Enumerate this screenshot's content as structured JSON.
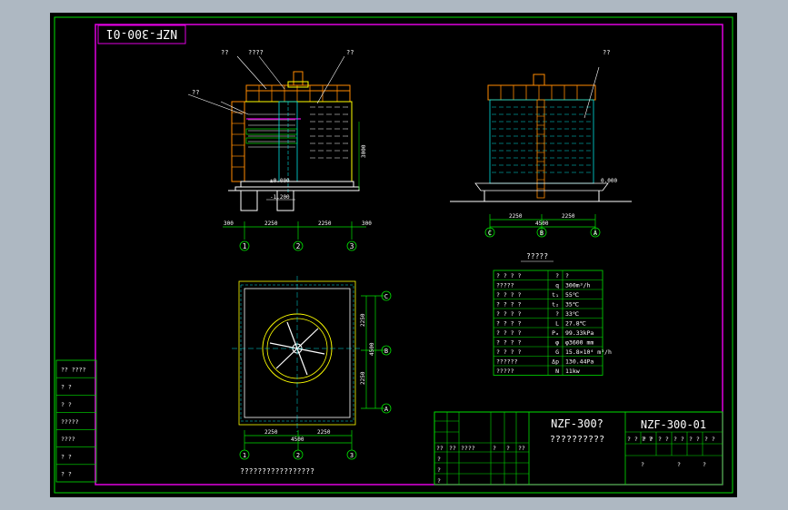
{
  "stamp": "NZF-300-01",
  "labels": {
    "l_left_1": "??",
    "l_left_2": "????",
    "l_left_3": "??",
    "l_left_4": "??",
    "l_right_1": "??"
  },
  "elevations": {
    "plus_zero": "±0.000",
    "minus": "-1.200",
    "right_zero": "0.000",
    "height_dim": "3000"
  },
  "dims": {
    "d_left_edge": "300",
    "d_a": "2250",
    "d_b": "2250",
    "d_right_edge": "300",
    "d_r1": "2250",
    "d_r2": "2250",
    "d_total": "4500",
    "p_top": "2250",
    "p_mid": "4500",
    "p_bot": "2250",
    "p_bottom_1": "2250",
    "p_bottom_2": "2250",
    "p_bottom_total": "4500"
  },
  "axes": {
    "front": [
      "1",
      "2",
      "3"
    ],
    "side": [
      "C",
      "B",
      "A"
    ],
    "plan_right": [
      "C",
      "B",
      "A"
    ],
    "plan_bottom": [
      "1",
      "2",
      "3"
    ]
  },
  "plan_caption": "?????????????????",
  "spec": {
    "title": "?????",
    "header": [
      "? ? ? ?",
      "?",
      "?"
    ],
    "rows": [
      [
        "?????",
        "q",
        "300m³/h"
      ],
      [
        "? ? ? ?",
        "t₁",
        "55℃"
      ],
      [
        "? ? ? ?",
        "t₂",
        "35℃"
      ],
      [
        "? ? ? ?",
        "?",
        "33℃"
      ],
      [
        "? ? ? ?",
        "L",
        "27.8℃"
      ],
      [
        "? ? ? ?",
        "Pₐ",
        "99.33kPa"
      ],
      [
        "? ? ? ?",
        "φ",
        "φ3600 mm"
      ],
      [
        "? ? ? ?",
        "G",
        "15.8×10⁴ m³/h"
      ],
      [
        "??????",
        "Δp",
        "130.44Pa"
      ],
      [
        "?????",
        "N",
        "11kw"
      ]
    ]
  },
  "side_strip": [
    "?? ????",
    "? ?",
    "? ?",
    "?????",
    "????",
    "? ?",
    "? ?"
  ],
  "title_block": {
    "main_title": "NZF-300?",
    "sub_title": "??????????",
    "drawing_no": "NZF-300-01",
    "left_row": [
      "??",
      "??",
      "????",
      "?",
      "?",
      "??"
    ],
    "left_labels": [
      "?",
      "?",
      "?"
    ],
    "right_row": [
      "? ? ? ?",
      "? ?",
      "? ?",
      "? ?",
      "? ?",
      "? ?"
    ],
    "bottom_row": [
      "?",
      "?",
      "?"
    ]
  }
}
